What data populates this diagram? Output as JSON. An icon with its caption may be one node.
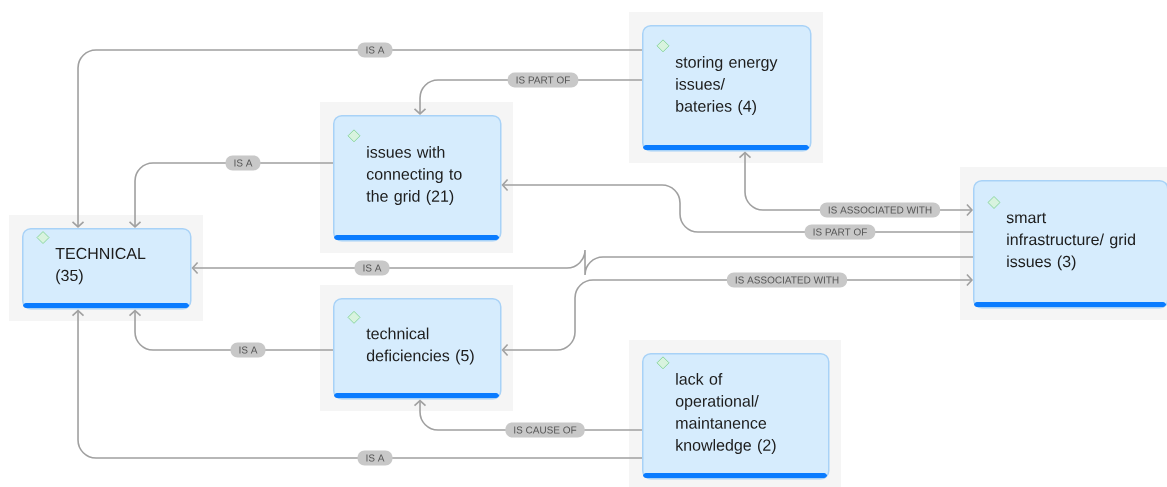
{
  "diagram": {
    "nodes": [
      {
        "text": [
          "TECHNICAL (35)"
        ]
      },
      {
        "text": [
          "storing energy issues/ bateries (4)"
        ]
      },
      {
        "text": [
          "issues with connecting to the grid (21)"
        ]
      },
      {
        "text": [
          "smart infrastructure/ grid issues (3)"
        ]
      },
      {
        "text": [
          "technical deficiencies (5)"
        ]
      },
      {
        "text": [
          "lack of operational/ maintanence knowledge (2)"
        ]
      }
    ],
    "edges": [
      {
        "from": 1,
        "to": 0,
        "arrow": "to",
        "label": "IS A"
      },
      {
        "from": 1,
        "to": 2,
        "arrow": "to",
        "label": "IS PART OF"
      },
      {
        "from": 2,
        "to": 0,
        "arrow": "to",
        "label": "IS A"
      },
      {
        "from": 3,
        "to": 1,
        "arrow": "both",
        "label": "IS ASSOCIATED WITH"
      },
      {
        "from": 3,
        "to": 2,
        "arrow": "to",
        "label": "IS PART OF"
      },
      {
        "from": 3,
        "to": 0,
        "arrow": "to",
        "label": "IS A"
      },
      {
        "from": 3,
        "to": 4,
        "arrow": "both",
        "label": "IS ASSOCIATED WITH"
      },
      {
        "from": 4,
        "to": 0,
        "arrow": "to",
        "label": "IS A"
      },
      {
        "from": 5,
        "to": 4,
        "arrow": "to",
        "label": "IS CAUSE OF"
      },
      {
        "from": 5,
        "to": 0,
        "arrow": "to",
        "label": "IS A"
      }
    ]
  }
}
